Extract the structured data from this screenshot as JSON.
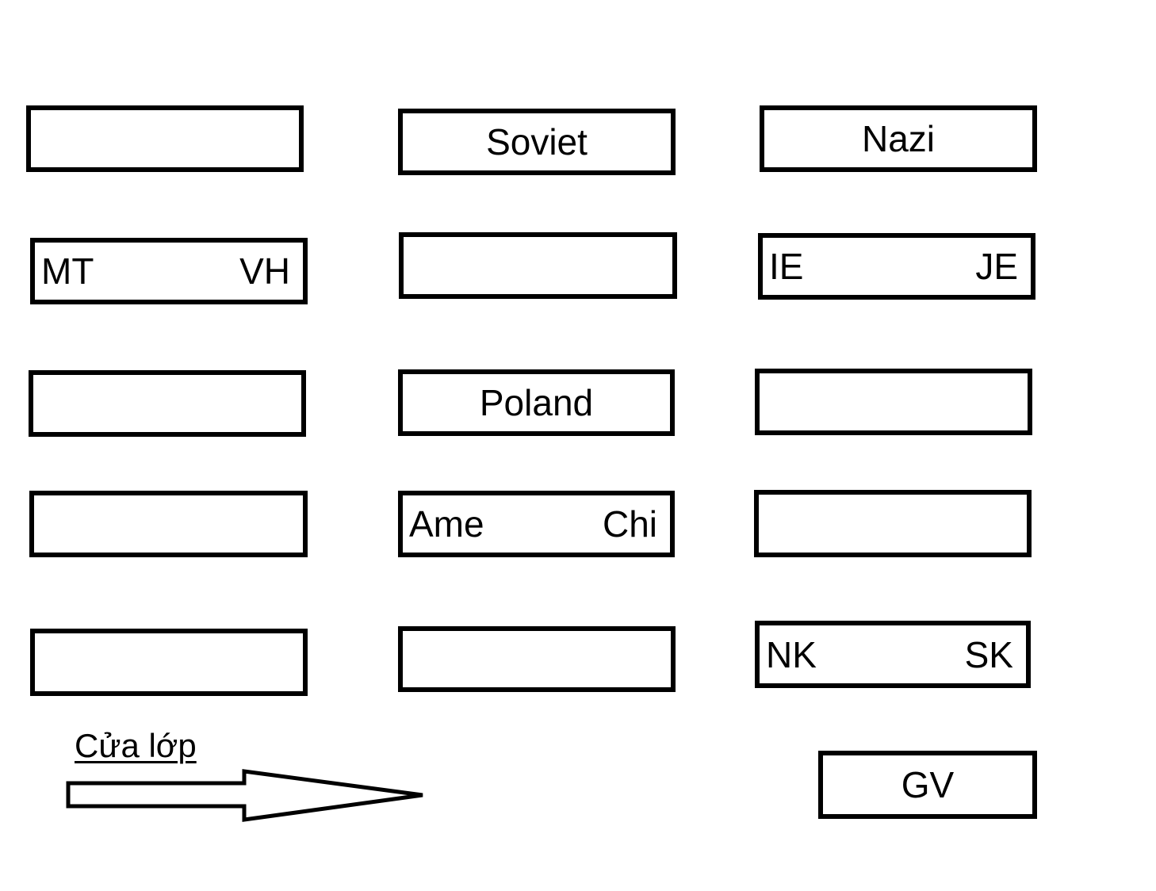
{
  "grid": {
    "rows": [
      {
        "cells": [
          {},
          {
            "center": "Soviet"
          },
          {
            "center": "Nazi"
          }
        ]
      },
      {
        "cells": [
          {
            "left": "MT",
            "right": "VH"
          },
          {},
          {
            "left": "IE",
            "right": "JE"
          }
        ]
      },
      {
        "cells": [
          {},
          {
            "center": "Poland"
          },
          {}
        ]
      },
      {
        "cells": [
          {},
          {
            "left": "Ame",
            "right": "Chi"
          },
          {}
        ]
      },
      {
        "cells": [
          {},
          {},
          {
            "left": "NK",
            "right": "SK"
          }
        ]
      }
    ]
  },
  "door": {
    "label": "Cửa lớp"
  },
  "teacher_desk": {
    "label": "GV"
  },
  "colors": {
    "ink": "#000000",
    "background": "#ffffff"
  }
}
